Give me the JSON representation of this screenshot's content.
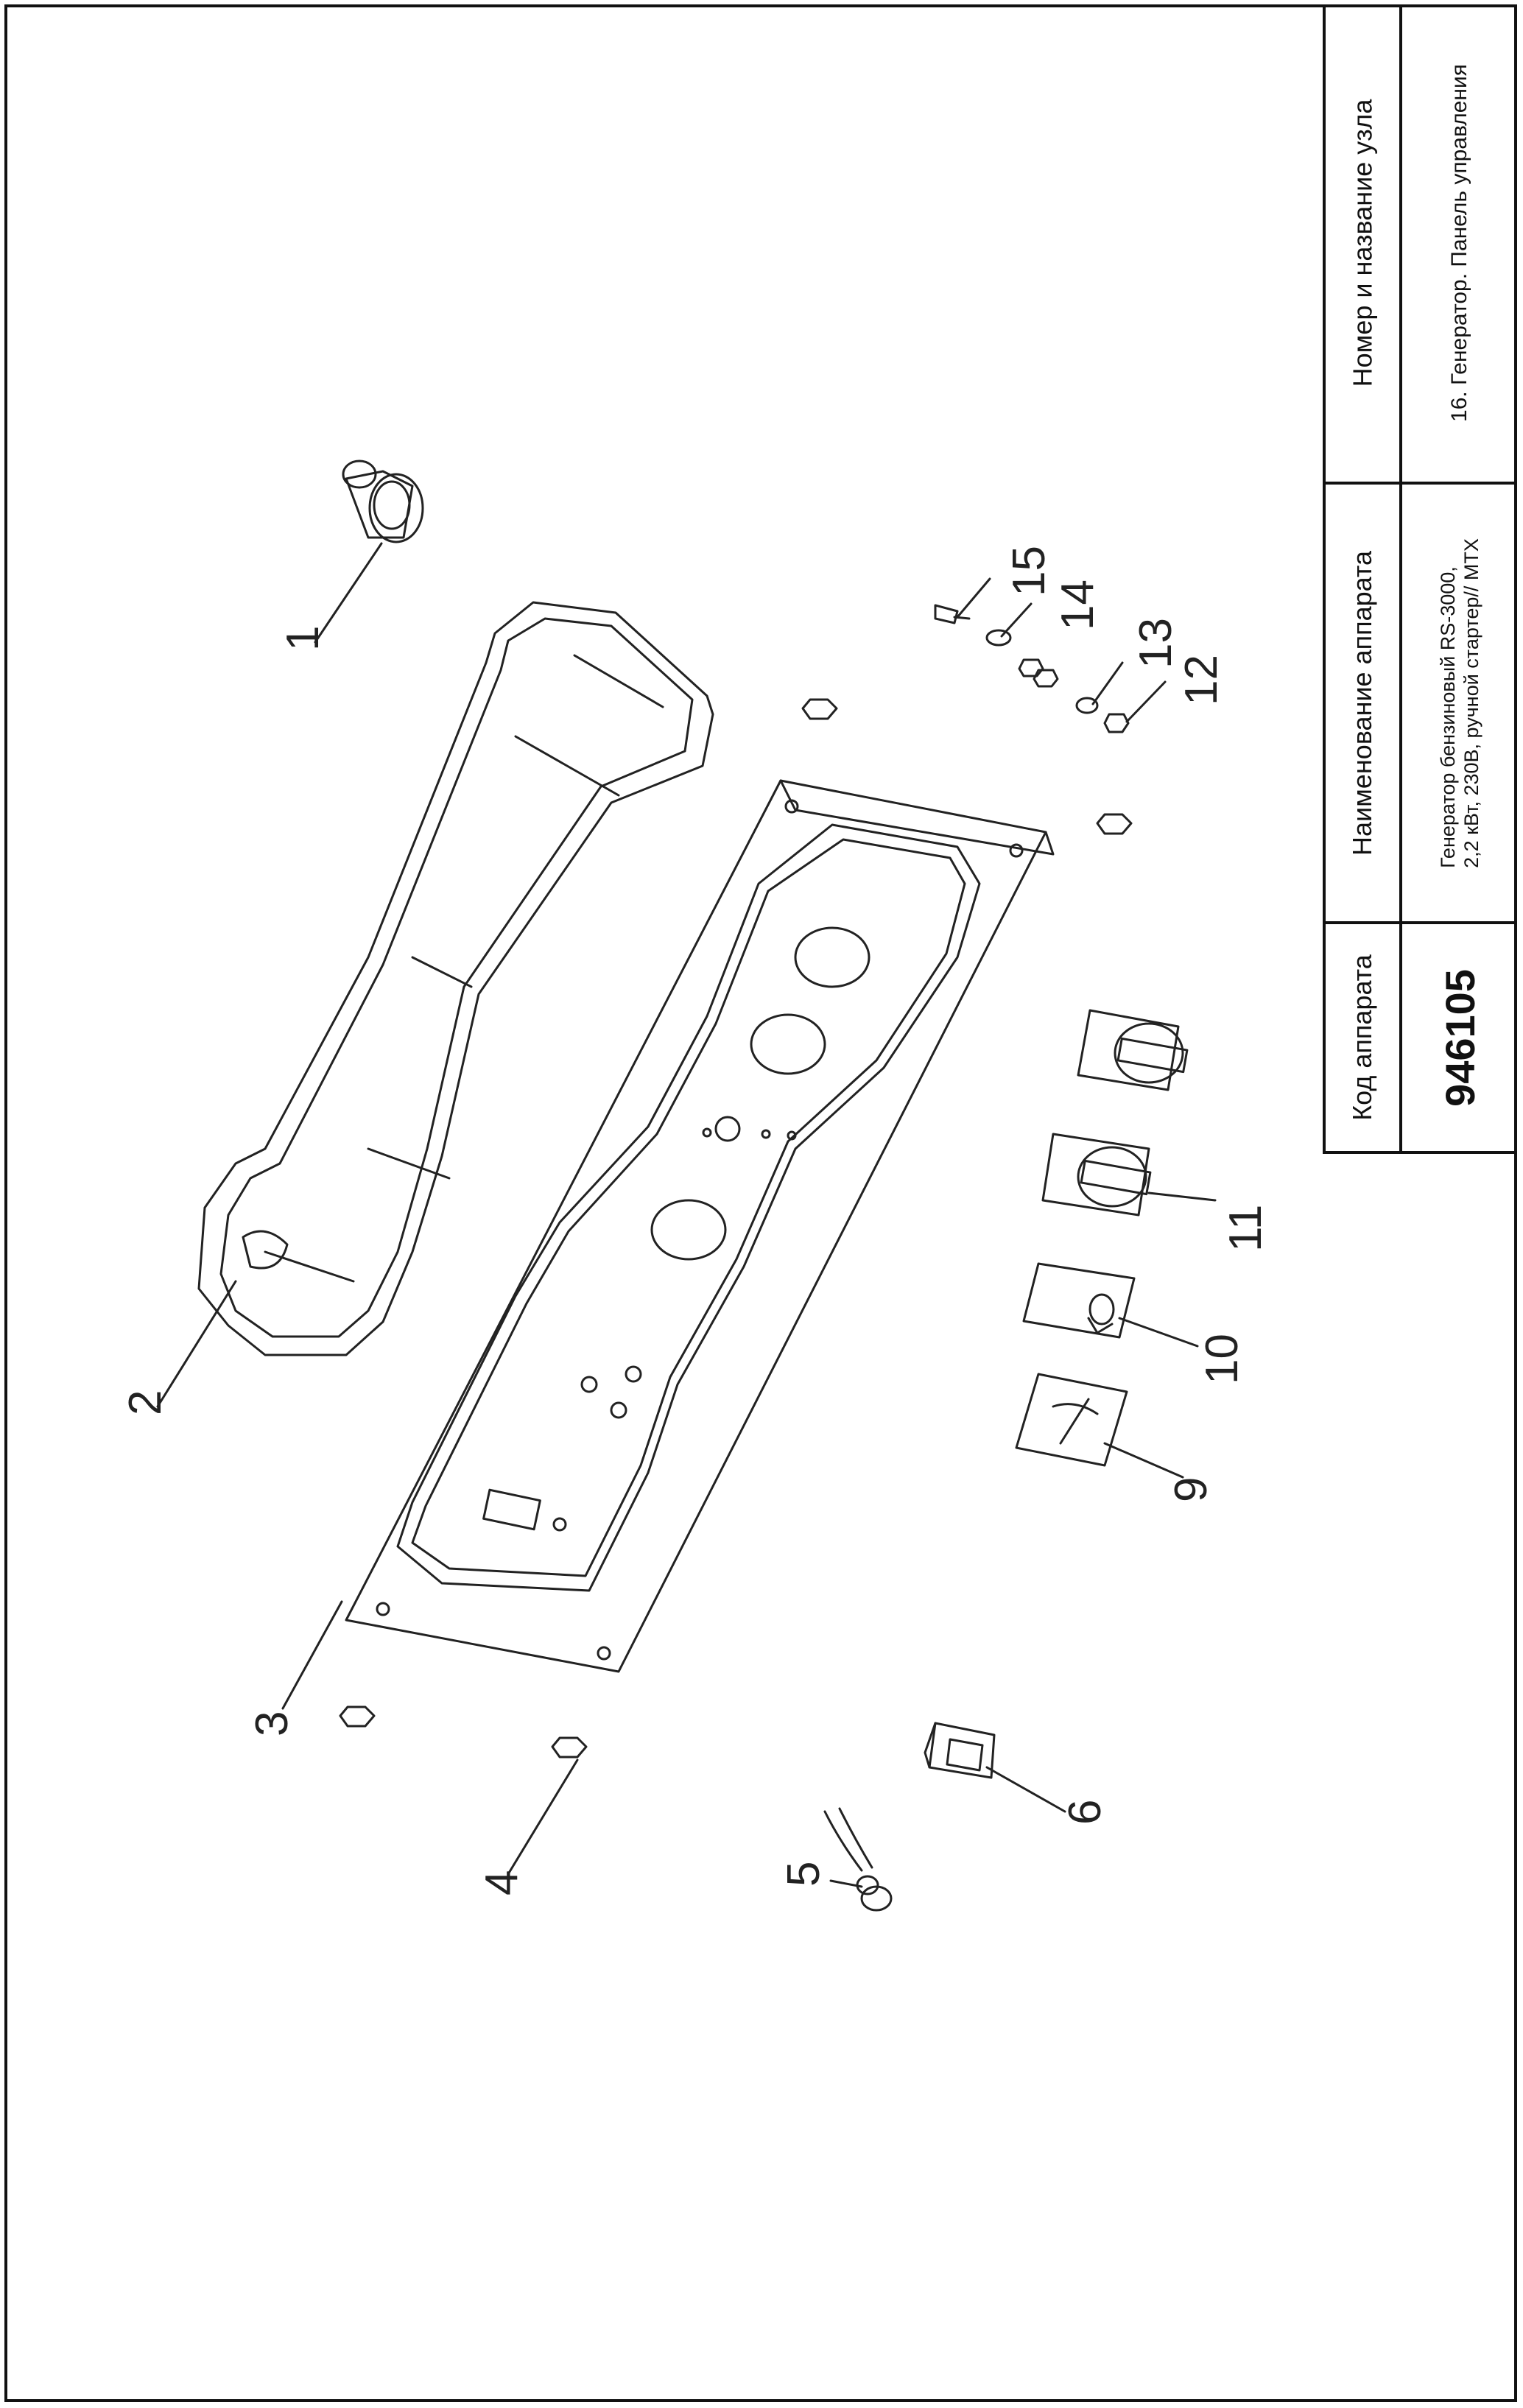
{
  "title_block": {
    "code_header": "Код аппарата",
    "code_value": "946105",
    "device_name_header": "Наименование аппарата",
    "device_name_line1": "Генератор бензиновый RS-3000,",
    "device_name_line2": "2,2 кВт, 230В, ручной стартер// MTX",
    "node_header": "Номер и название узла",
    "node_value": "16. Генератор. Панель управления"
  },
  "callouts": [
    "1",
    "2",
    "3",
    "4",
    "5",
    "6",
    "9",
    "10",
    "11",
    "12",
    "13",
    "14",
    "15"
  ]
}
